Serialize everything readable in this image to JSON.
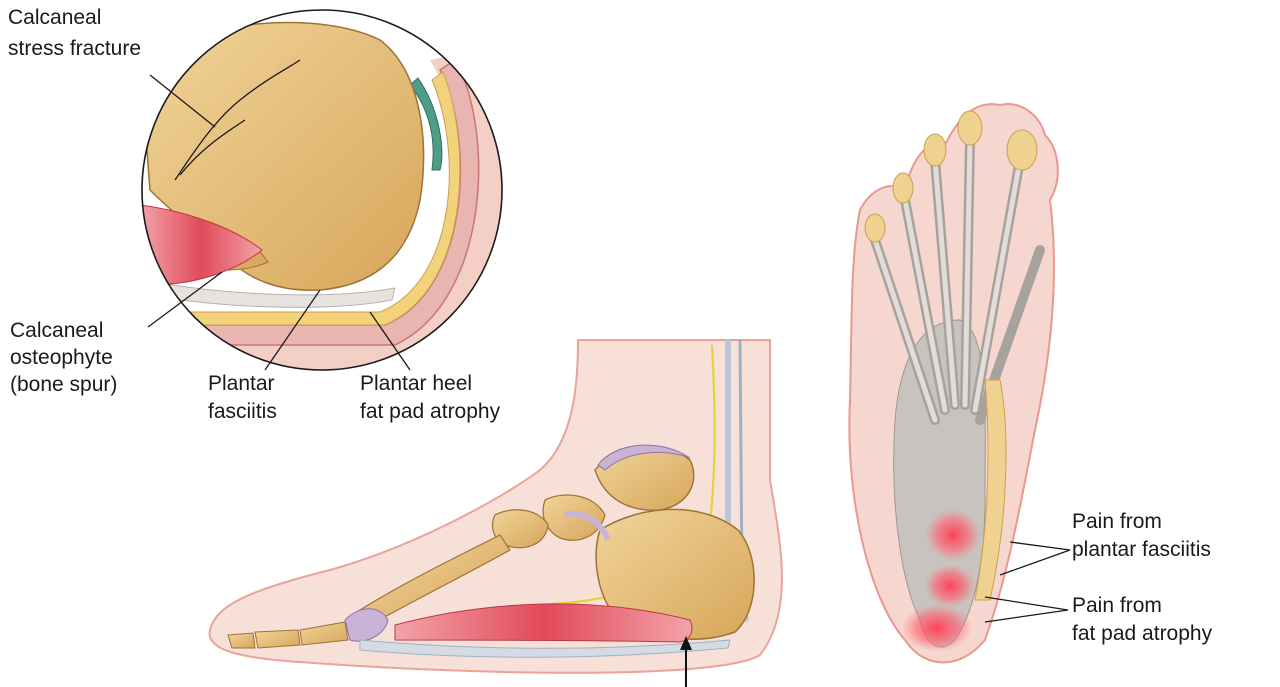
{
  "labels": {
    "calcaneal_stress_fracture": [
      "Calcaneal",
      "stress fracture"
    ],
    "calcaneal_osteophyte": [
      "Calcaneal",
      "osteophyte",
      "(bone spur)"
    ],
    "plantar_fasciitis": [
      "Plantar",
      "fasciitis"
    ],
    "plantar_heel_fat_pad_atrophy": [
      "Plantar heel",
      "fat pad atrophy"
    ],
    "pain_from_plantar_fasciitis": [
      "Pain from",
      "plantar fasciitis"
    ],
    "pain_from_fat_pad_atrophy": [
      "Pain from",
      "fat pad atrophy"
    ]
  },
  "colors": {
    "bone": "#e8c27a",
    "bone_dark": "#c99a4e",
    "skin": "#f6ddd4",
    "skin_edge": "#e59a8c",
    "muscle": "#e0505e",
    "tendon_gray": "#c9c4bf",
    "pain": "#ff4d5e",
    "lilac": "#c9b3d6"
  }
}
